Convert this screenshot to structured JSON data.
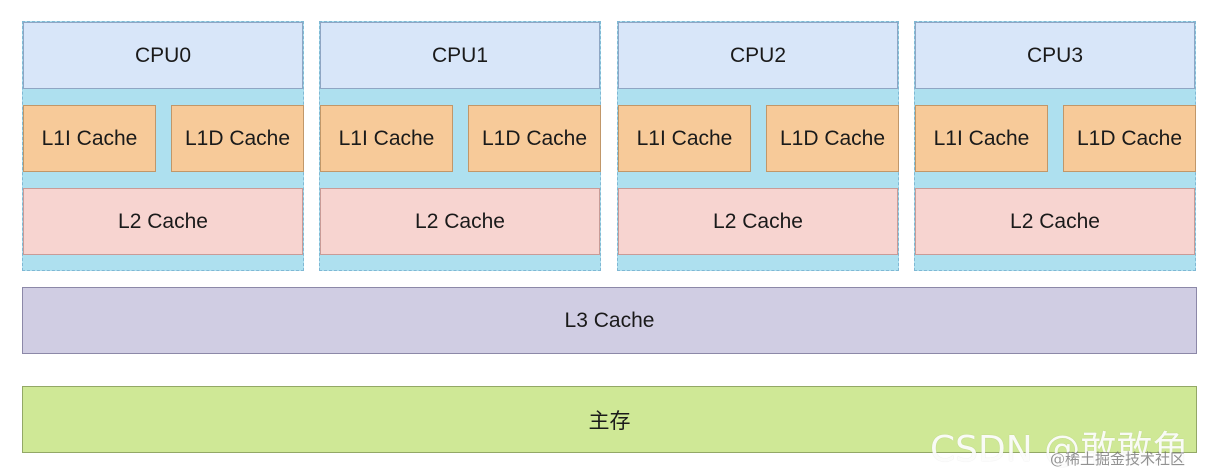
{
  "cores": [
    {
      "cpu": "CPU0",
      "l1i": "L1I Cache",
      "l1d": "L1D Cache",
      "l2": "L2 Cache"
    },
    {
      "cpu": "CPU1",
      "l1i": "L1I Cache",
      "l1d": "L1D Cache",
      "l2": "L2 Cache"
    },
    {
      "cpu": "CPU2",
      "l1i": "L1I Cache",
      "l1d": "L1D Cache",
      "l2": "L2 Cache"
    },
    {
      "cpu": "CPU3",
      "l1i": "L1I Cache",
      "l1d": "L1D Cache",
      "l2": "L2 Cache"
    }
  ],
  "l3": "L3 Cache",
  "memory": "主存",
  "watermark": {
    "main": "CSDN @敢敢角",
    "sub": "@稀土掘金技术社区"
  },
  "colors": {
    "core_background": "#aee0ef",
    "cpu": "#d8e6f9",
    "l1": "#f7ca99",
    "l2": "#f7d4d0",
    "l3": "#d0cde3",
    "memory": "#cfe896"
  }
}
